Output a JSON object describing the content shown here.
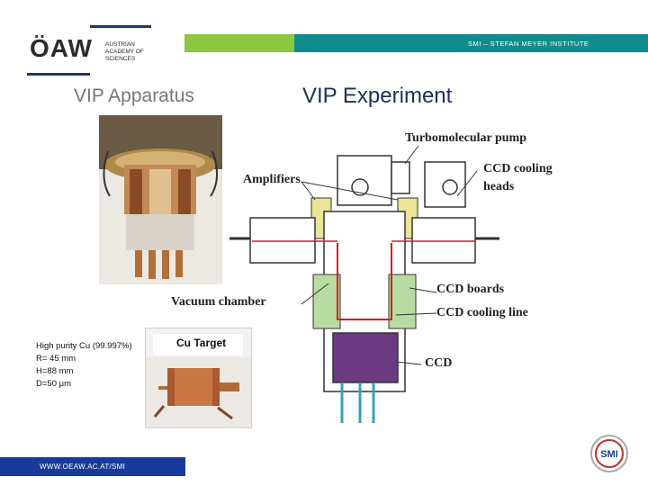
{
  "header": {
    "logo_text": "ÖAW",
    "logo_sub_line1": "AUSTRIAN",
    "logo_sub_line2": "ACADEMY OF",
    "logo_sub_line3": "SCIENCES",
    "institute": "SMI – STEFAN MEYER INSTITUTE"
  },
  "slide": {
    "left_title": "VIP Apparatus",
    "main_title": "VIP Experiment"
  },
  "target": {
    "label": "Cu Target",
    "specs": [
      "High purity Cu (99.997%)",
      "R= 45 mm",
      "H=88 mm",
      "D=50 μm"
    ]
  },
  "diagram_labels": {
    "turbo": "Turbomolecular pump",
    "amplifiers": "Amplifiers",
    "ccd_cooling_heads_1": "CCD cooling",
    "ccd_cooling_heads_2": "heads",
    "vacuum": "Vacuum chamber",
    "ccd_boards": "CCD boards",
    "ccd_cooling_line": "CCD cooling line",
    "ccd": "CCD"
  },
  "footer": {
    "url": "WWW.OEAW.AC.AT/SMI",
    "smi_logo_text": "SMI"
  },
  "colors": {
    "green": "#8dc63f",
    "teal": "#128b8c",
    "navy": "#1f3864",
    "footer_blue": "#1a3a9a"
  }
}
